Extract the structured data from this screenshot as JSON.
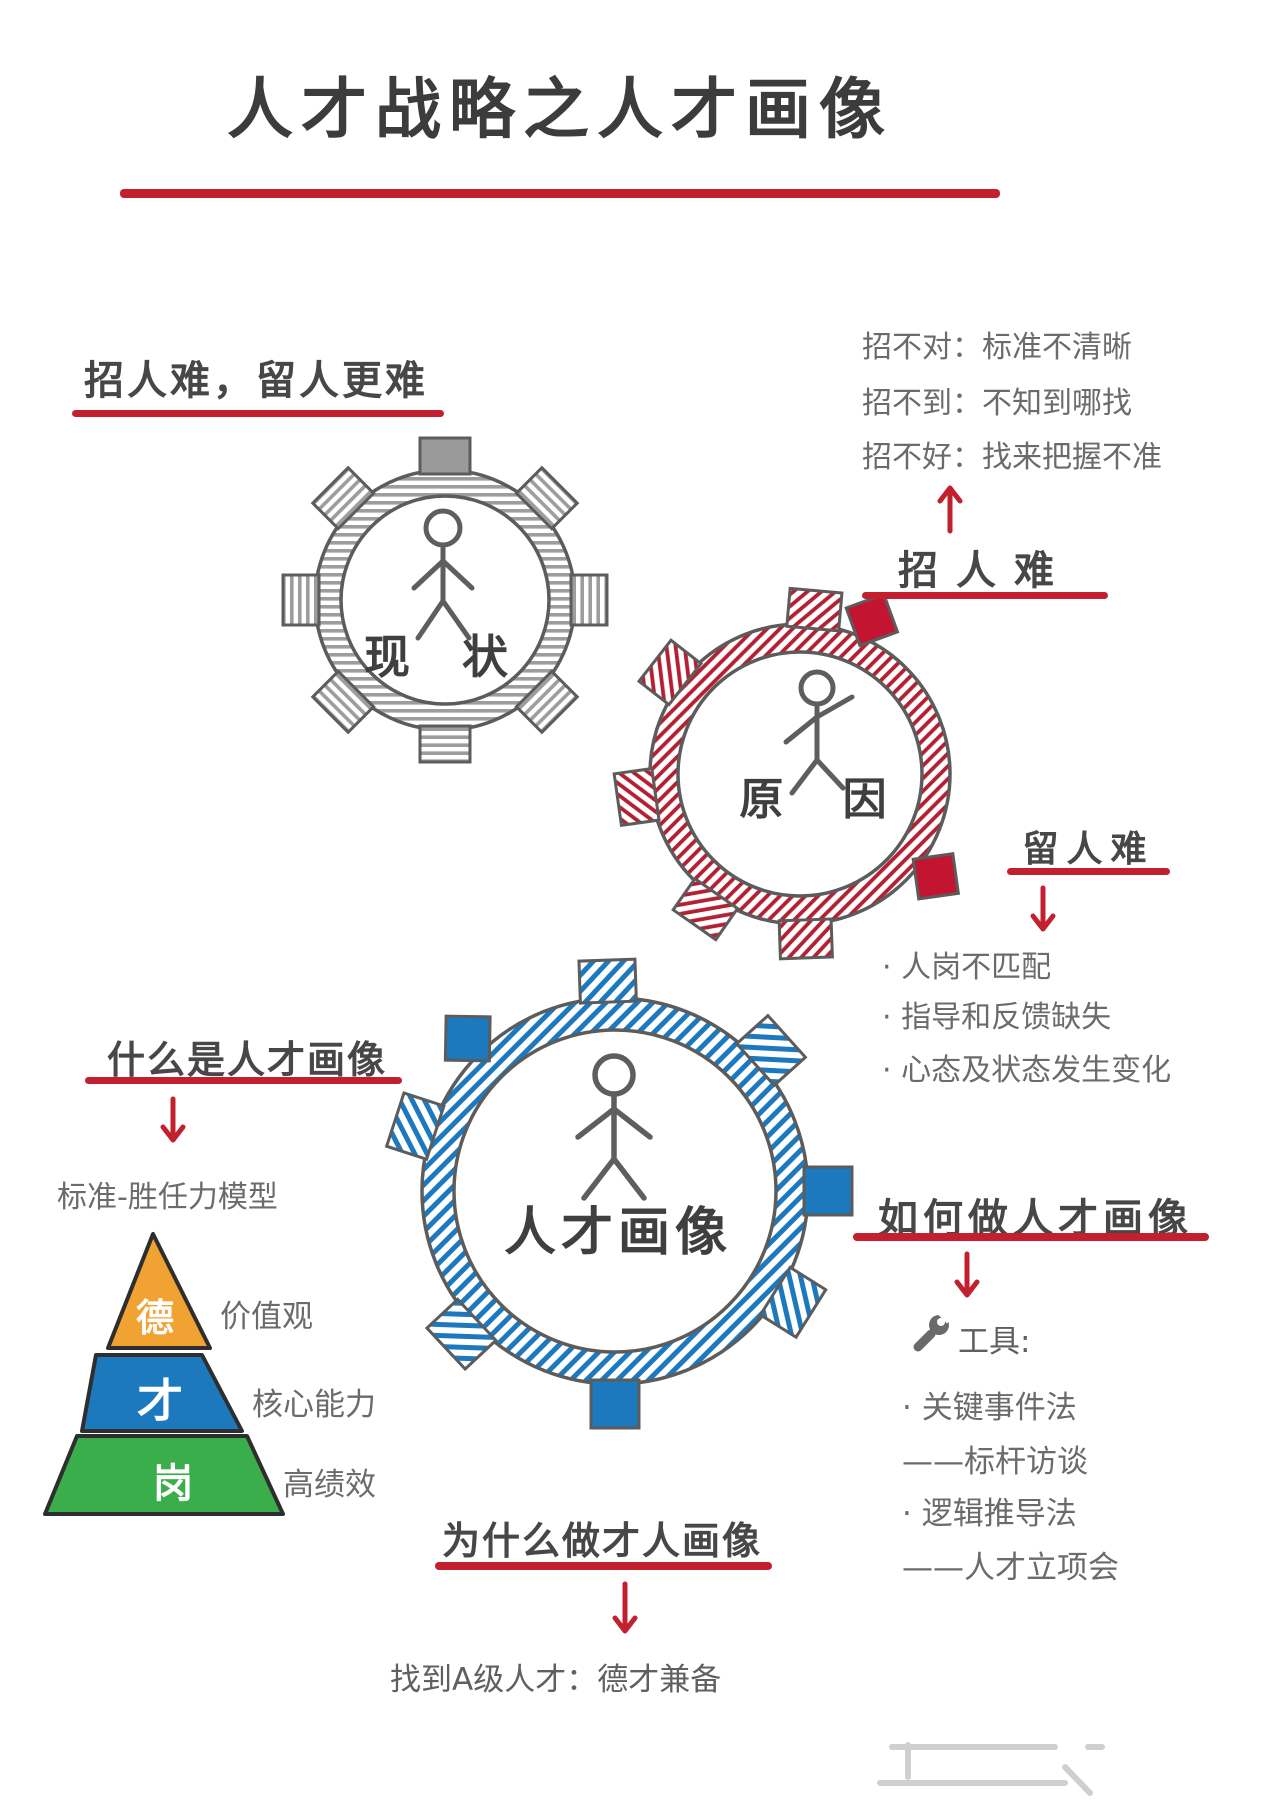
{
  "title": "人才战略之人才画像",
  "current": {
    "heading": "招人难，留人更难",
    "gear_label": "现 状"
  },
  "cause": {
    "gear_label": "原 因"
  },
  "recruit": {
    "label": "招人难",
    "problems": [
      "招不对：标准不清晰",
      "招不到：不知到哪找",
      "招不好：找来把握不准"
    ]
  },
  "retain": {
    "label": "留人难",
    "problems": [
      "· 人岗不匹配",
      "· 指导和反馈缺失",
      "· 心态及状态发生变化"
    ]
  },
  "what": {
    "heading": "什么是人才画像",
    "model": "标准-胜任力模型",
    "pyramid": {
      "levels": [
        {
          "tier": "德",
          "label": "价值观",
          "color": "#F0A232"
        },
        {
          "tier": "才",
          "label": "核心能力",
          "color": "#1D79BE"
        },
        {
          "tier": "岗",
          "label": "高绩效",
          "color": "#3BAE4C"
        }
      ]
    }
  },
  "portrait": {
    "gear_label": "人才画像"
  },
  "how": {
    "heading": "如何做人才画像",
    "tools_label": "工具:",
    "tools": [
      "· 关键事件法",
      "——标杆访谈",
      "· 逻辑推导法",
      "——人才立项会"
    ]
  },
  "why": {
    "heading": "为什么做才人画像",
    "answer": "找到A级人才：德才兼备"
  },
  "colors": {
    "accent_red": "#C2202E",
    "gear_gray": "#9A9A9A",
    "gear_red": "#B32031",
    "gear_blue": "#1D79BE"
  }
}
